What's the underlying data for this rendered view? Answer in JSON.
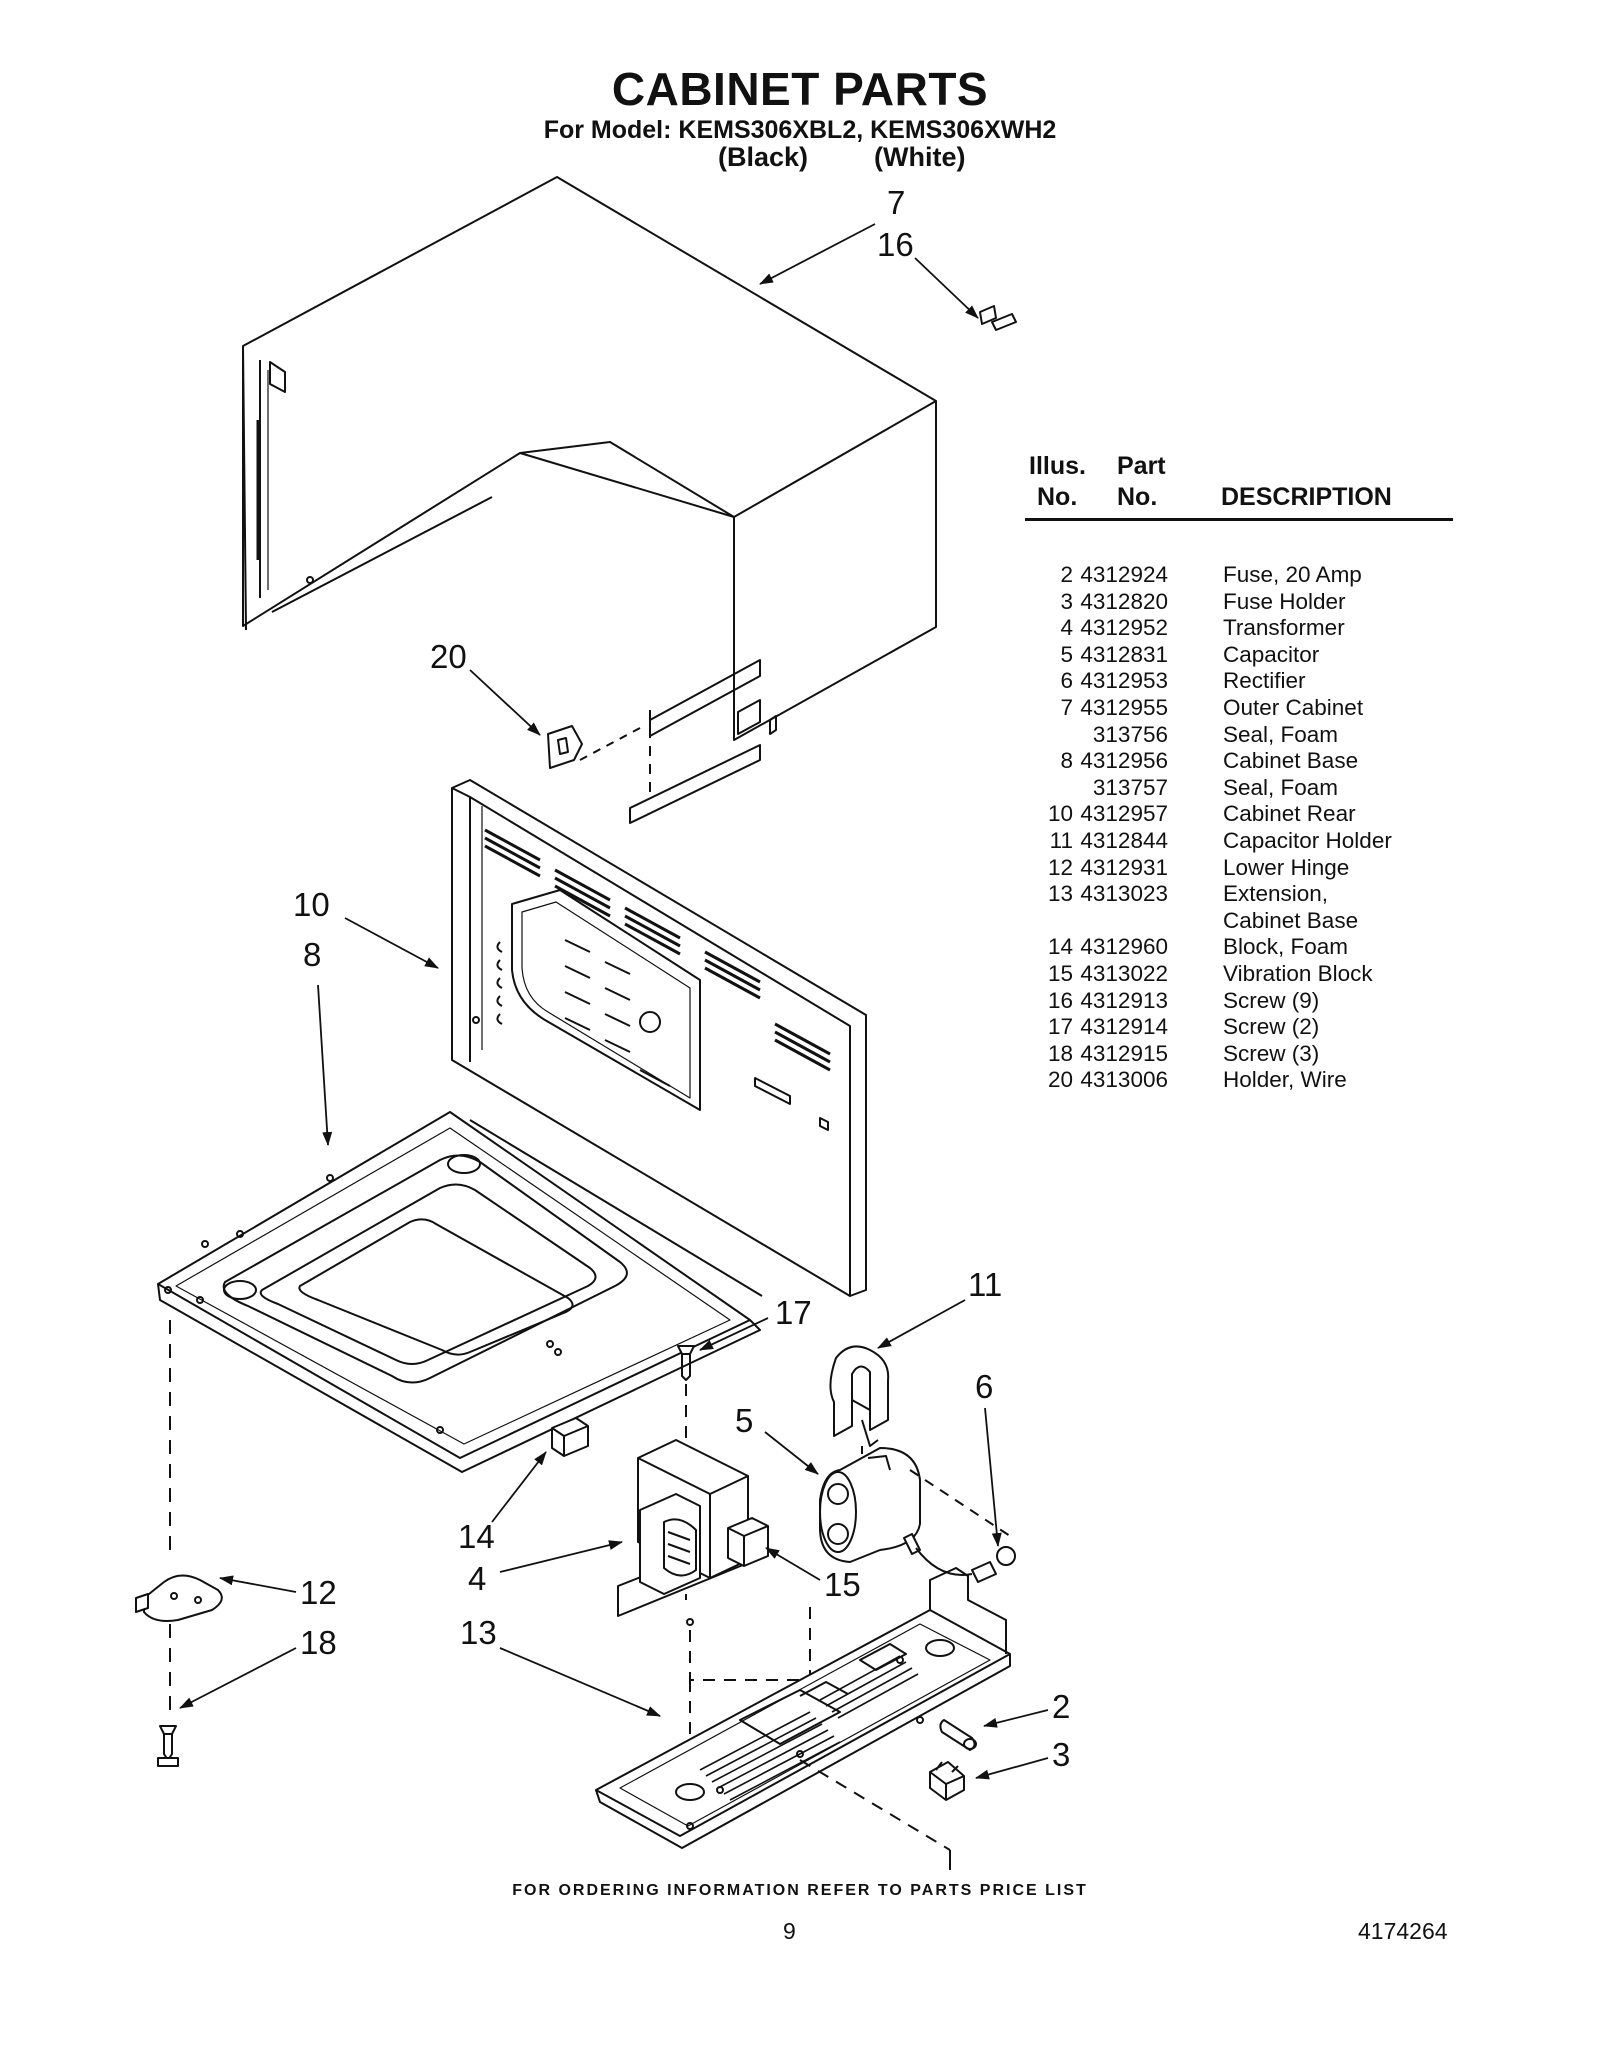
{
  "header": {
    "title": "CABINET PARTS",
    "model_line": "For Model: KEMS306XBL2, KEMS306XWH2",
    "color_black": "(Black)",
    "color_white": "(White)"
  },
  "diagram": {
    "callouts": {
      "c7": "7",
      "c16": "16",
      "c20": "20",
      "c10": "10",
      "c8": "8",
      "c11": "11",
      "c17": "17",
      "c6": "6",
      "c5": "5",
      "c14": "14",
      "c4": "4",
      "c15": "15",
      "c12": "12",
      "c18": "18",
      "c13": "13",
      "c2": "2",
      "c3": "3"
    }
  },
  "parts_table": {
    "headers": {
      "illus_top": "Illus.",
      "illus_bottom": "No.",
      "part_top": "Part",
      "part_bottom": "No.",
      "description": "DESCRIPTION"
    },
    "rows": [
      {
        "illus": "2",
        "part": "4312924",
        "desc": "Fuse, 20 Amp"
      },
      {
        "illus": "3",
        "part": "4312820",
        "desc": "Fuse Holder"
      },
      {
        "illus": "4",
        "part": "4312952",
        "desc": "Transformer"
      },
      {
        "illus": "5",
        "part": "4312831",
        "desc": "Capacitor"
      },
      {
        "illus": "6",
        "part": "4312953",
        "desc": "Rectifier"
      },
      {
        "illus": "7",
        "part": "4312955",
        "desc": "Outer Cabinet"
      },
      {
        "illus": "",
        "part": "313756",
        "desc": "Seal, Foam"
      },
      {
        "illus": "8",
        "part": "4312956",
        "desc": "Cabinet Base"
      },
      {
        "illus": "",
        "part": "313757",
        "desc": "Seal, Foam"
      },
      {
        "illus": "10",
        "part": "4312957",
        "desc": "Cabinet Rear"
      },
      {
        "illus": "11",
        "part": "4312844",
        "desc": "Capacitor Holder"
      },
      {
        "illus": "12",
        "part": "4312931",
        "desc": "Lower Hinge"
      },
      {
        "illus": "13",
        "part": "4313023",
        "desc": "Extension,"
      },
      {
        "illus": "",
        "part": "",
        "desc": "Cabinet Base"
      },
      {
        "illus": "14",
        "part": "4312960",
        "desc": "Block, Foam"
      },
      {
        "illus": "15",
        "part": "4313022",
        "desc": "Vibration Block"
      },
      {
        "illus": "16",
        "part": "4312913",
        "desc": "Screw (9)"
      },
      {
        "illus": "17",
        "part": "4312914",
        "desc": "Screw (2)"
      },
      {
        "illus": "18",
        "part": "4312915",
        "desc": "Screw (3)"
      },
      {
        "illus": "20",
        "part": "4313006",
        "desc": "Holder, Wire"
      }
    ]
  },
  "footer": {
    "ordering_note": "FOR ORDERING INFORMATION REFER TO PARTS PRICE LIST",
    "page_number": "9",
    "document_number": "4174264"
  }
}
